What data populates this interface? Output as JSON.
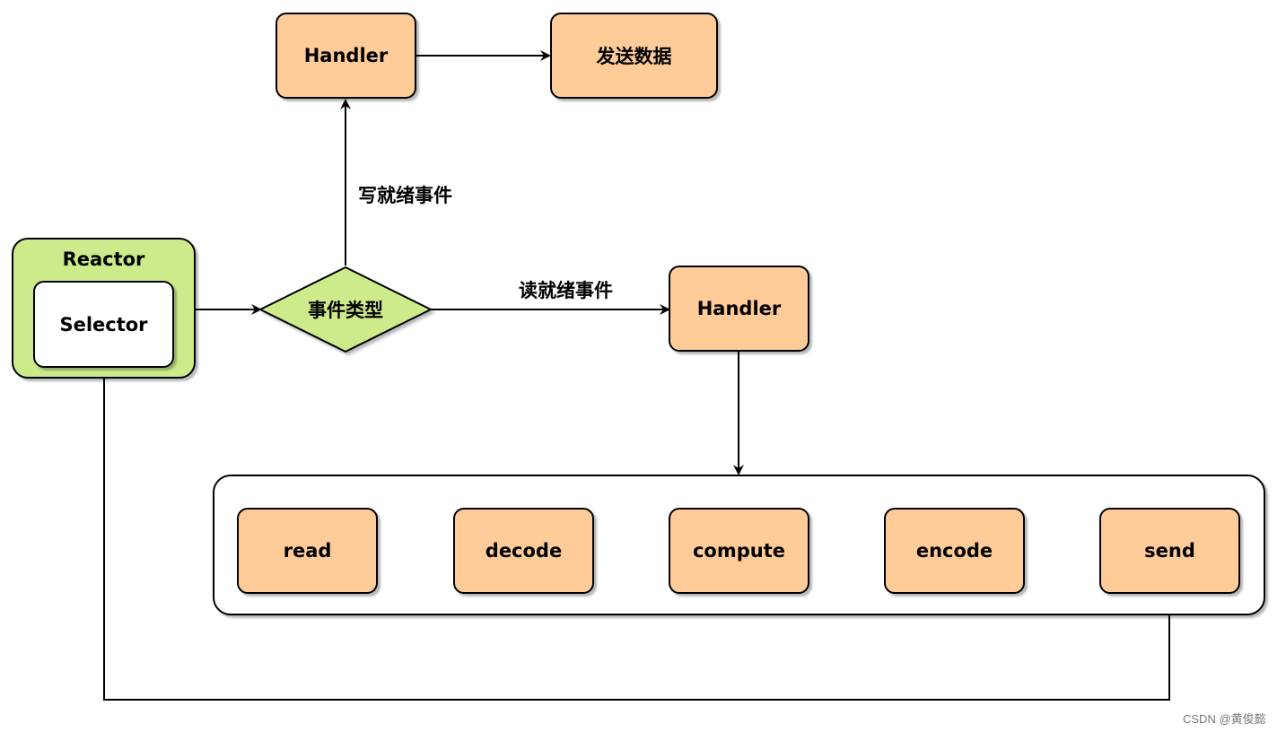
{
  "nodes": {
    "reactor": "Reactor",
    "selector": "Selector",
    "event_type": "事件类型",
    "write_handler": "Handler",
    "send_data": "发送数据",
    "read_handler": "Handler",
    "pipeline": [
      "read",
      "decode",
      "compute",
      "encode",
      "send"
    ]
  },
  "edges": {
    "write_ready": "写就绪事件",
    "read_ready": "读就绪事件"
  },
  "colors": {
    "process_fill": "#ffcc99",
    "reactor_fill": "#cdeb8b",
    "decision_fill": "#cdeb8b",
    "stroke": "#000000"
  },
  "watermark": "CSDN @黄俊懿"
}
